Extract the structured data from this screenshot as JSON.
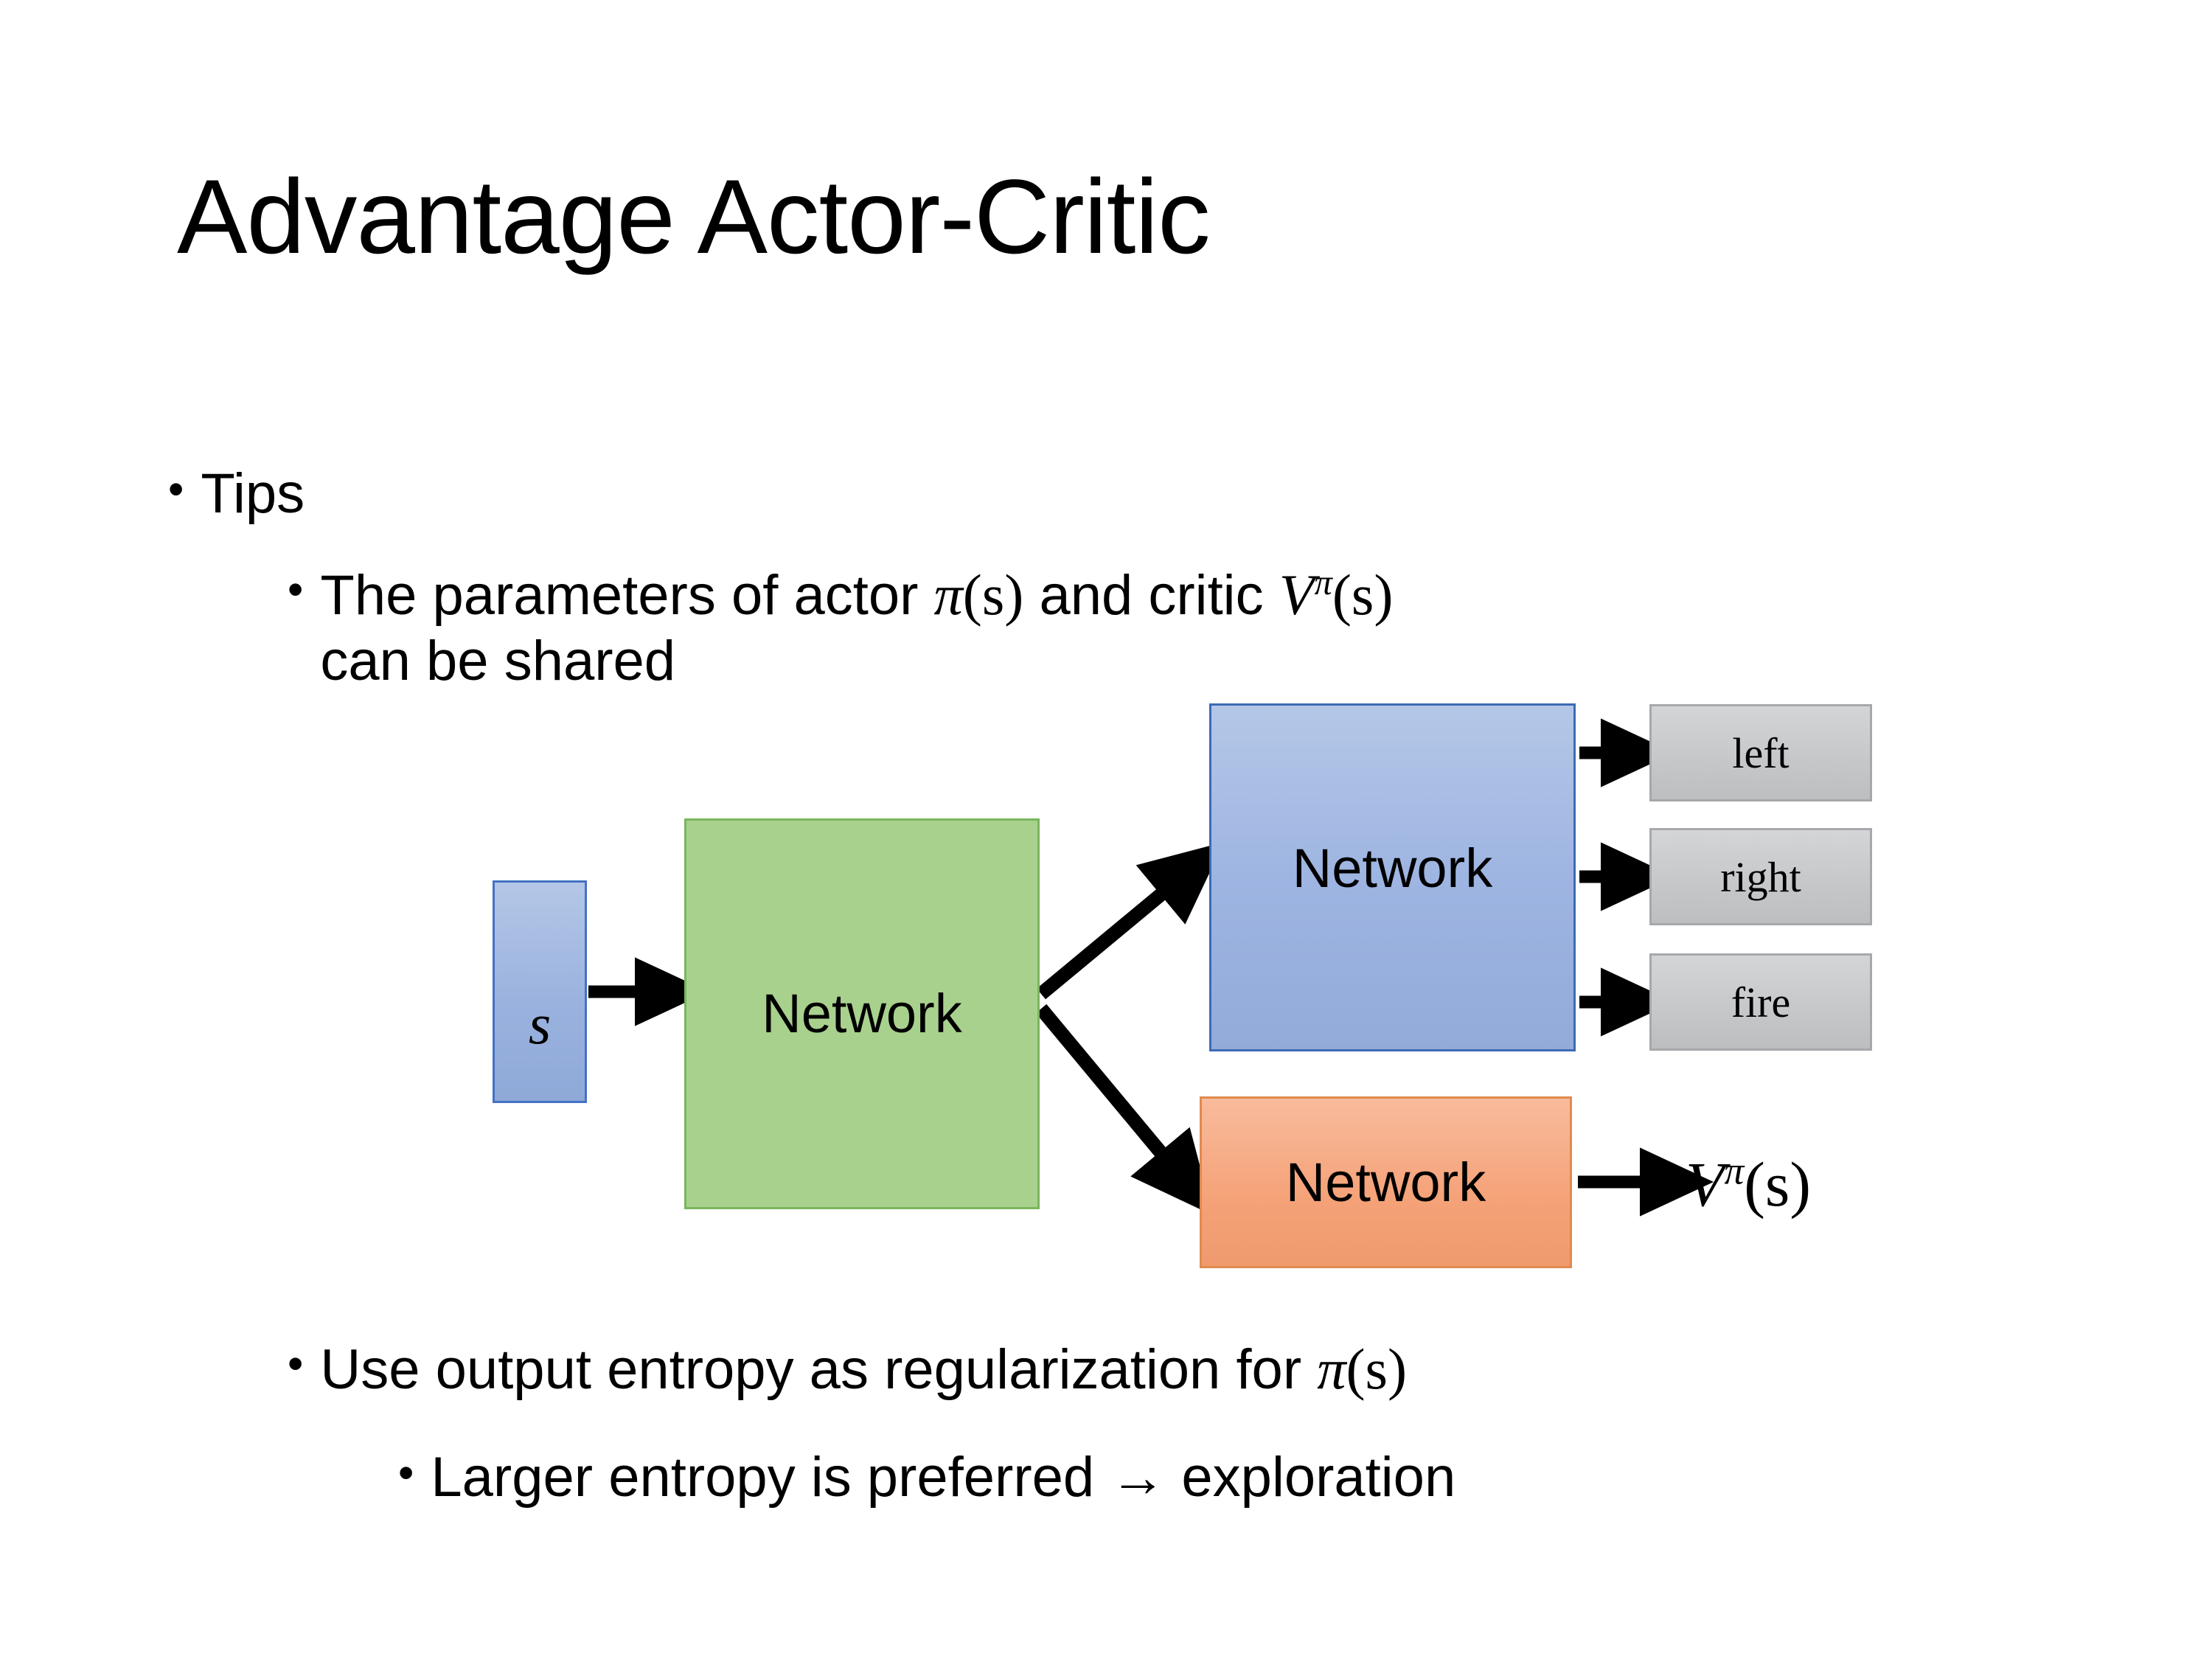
{
  "slide": {
    "title": "Advantage Actor-Critic",
    "background_color": "#FFFFFF",
    "text_color": "#000000"
  },
  "bullets": {
    "tips": {
      "marker": "•",
      "text": "Tips"
    },
    "shared_params": {
      "marker": "•",
      "text_before_pi": "The parameters of actor ",
      "pi_symbol": "π",
      "pi_arg": "(s)",
      "text_middle": "  and critic ",
      "v_symbol": "V",
      "v_superscript": "π",
      "v_arg": "(s)",
      "text_line2": "can be shared"
    },
    "entropy": {
      "marker": "•",
      "text_before_pi": "Use output entropy as regularization for ",
      "pi_symbol": "π",
      "pi_arg": "(s)"
    },
    "larger_entropy": {
      "marker": "•",
      "text": "Larger entropy is preferred → exploration"
    }
  },
  "diagram": {
    "state_box": {
      "label": "s",
      "fill_color": "#9DB4DC",
      "border_color": "#4472C4"
    },
    "shared_network": {
      "label": "Network",
      "fill_color": "#A9D18E",
      "border_color": "#7AB55C"
    },
    "actor_network": {
      "label": "Network",
      "fill_color": "#9EB5E2",
      "border_color": "#3D6AB5"
    },
    "critic_network": {
      "label": "Network",
      "fill_color": "#F5A278",
      "border_color": "#E08A4F"
    },
    "action_outputs": [
      {
        "label": "left",
        "fill_color": "#C6C8CA",
        "border_color": "#A6A8AB"
      },
      {
        "label": "right",
        "fill_color": "#C6C8CA",
        "border_color": "#A6A8AB"
      },
      {
        "label": "fire",
        "fill_color": "#C6C8CA",
        "border_color": "#A6A8AB"
      }
    ],
    "value_output": {
      "symbol": "V",
      "superscript": "π",
      "arg": "(s)"
    },
    "arrow_color": "#000000",
    "arrows": [
      {
        "name": "state-to-shared",
        "from": "state_box",
        "to": "shared_network"
      },
      {
        "name": "shared-to-actor",
        "from": "shared_network",
        "to": "actor_network"
      },
      {
        "name": "shared-to-critic",
        "from": "shared_network",
        "to": "critic_network"
      },
      {
        "name": "actor-to-left",
        "from": "actor_network",
        "to": "left"
      },
      {
        "name": "actor-to-right",
        "from": "actor_network",
        "to": "right"
      },
      {
        "name": "actor-to-fire",
        "from": "actor_network",
        "to": "fire"
      },
      {
        "name": "critic-to-value",
        "from": "critic_network",
        "to": "value_output"
      }
    ]
  }
}
